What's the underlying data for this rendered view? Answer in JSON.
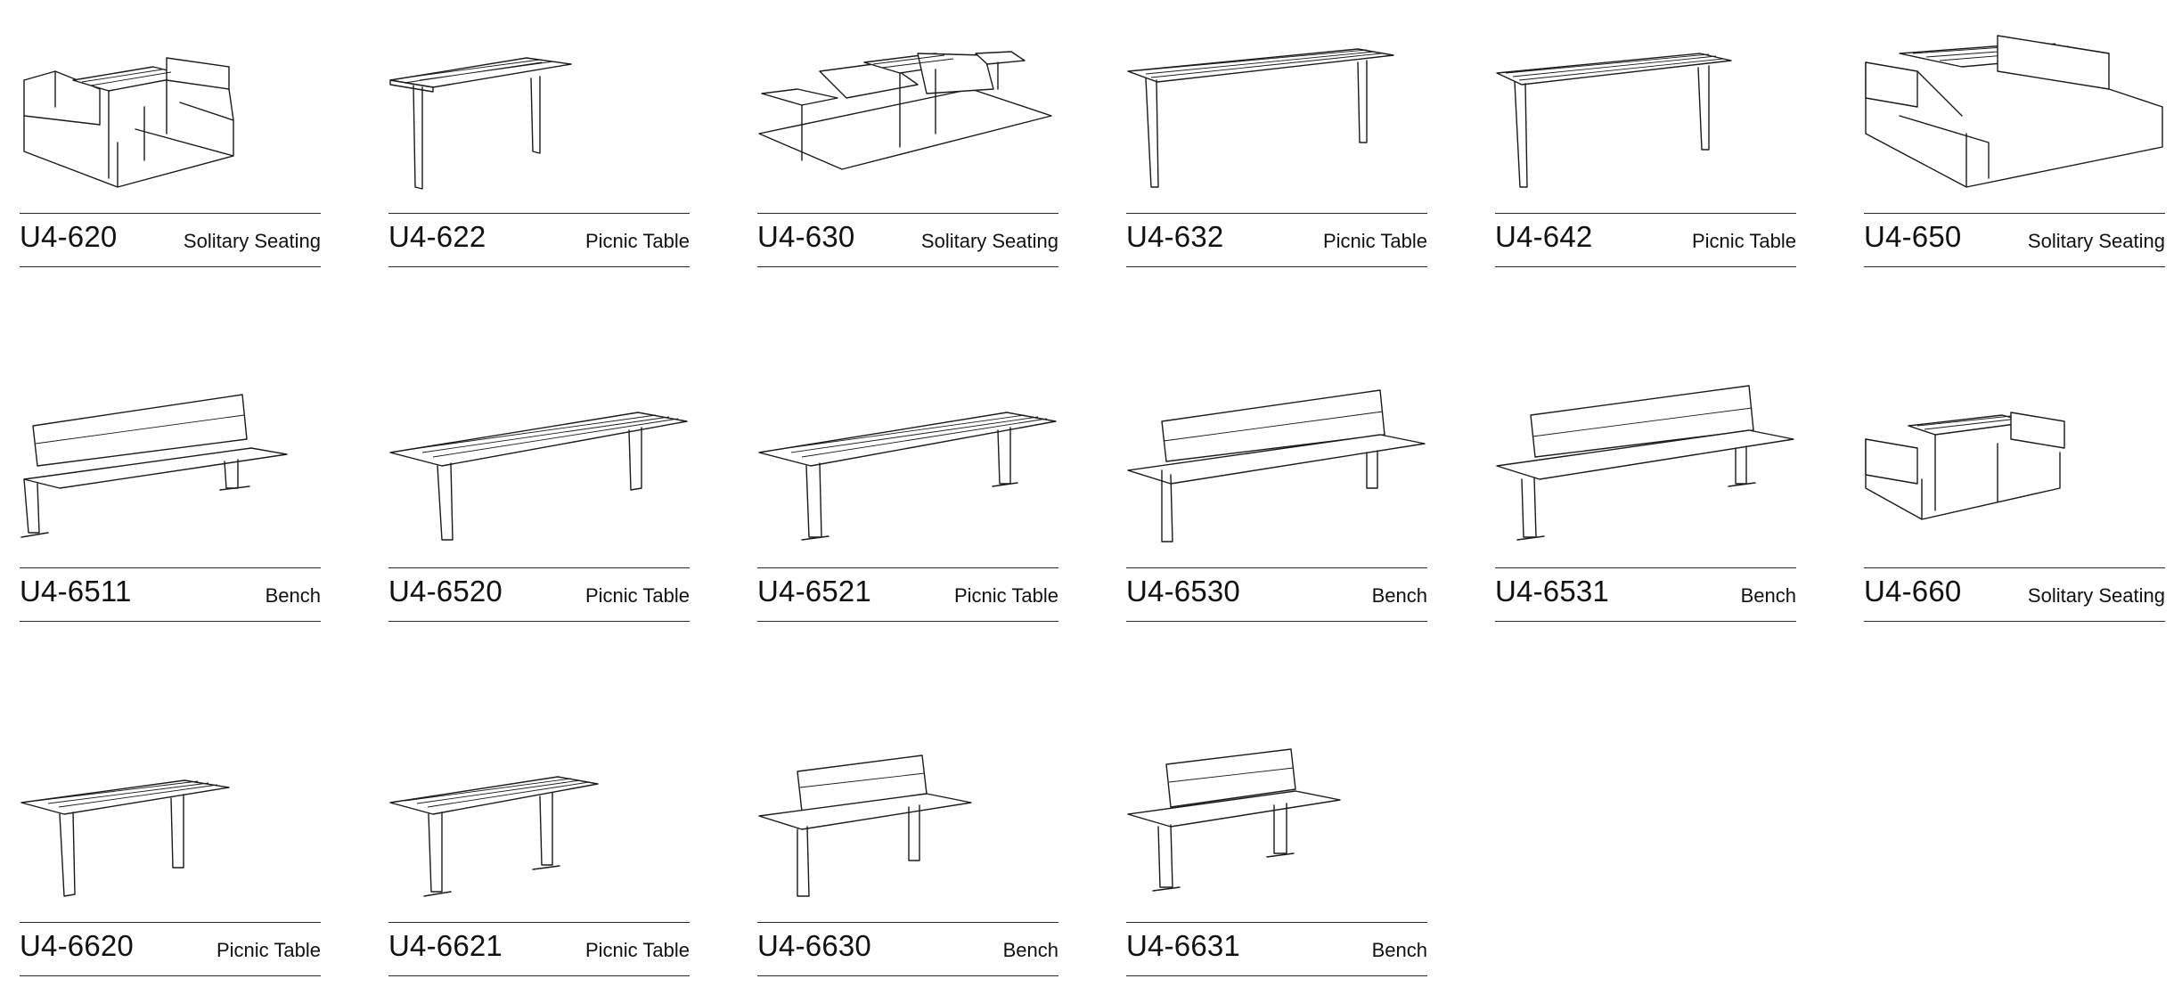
{
  "products": [
    {
      "code": "U4-620",
      "category": "Solitary Seating",
      "icon": "solitary-seating-icon"
    },
    {
      "code": "U4-622",
      "category": "Picnic Table",
      "icon": "picnic-table-icon"
    },
    {
      "code": "U4-630",
      "category": "Solitary Seating",
      "icon": "solitary-seating-icon"
    },
    {
      "code": "U4-632",
      "category": "Picnic Table",
      "icon": "picnic-table-icon"
    },
    {
      "code": "U4-642",
      "category": "Picnic Table",
      "icon": "picnic-table-icon"
    },
    {
      "code": "U4-650",
      "category": "Solitary Seating",
      "icon": "solitary-seating-icon"
    },
    {
      "code": "U4-6511",
      "category": "Bench",
      "icon": "bench-icon"
    },
    {
      "code": "U4-6520",
      "category": "Picnic Table",
      "icon": "picnic-table-icon"
    },
    {
      "code": "U4-6521",
      "category": "Picnic Table",
      "icon": "picnic-table-icon"
    },
    {
      "code": "U4-6530",
      "category": "Bench",
      "icon": "bench-icon"
    },
    {
      "code": "U4-6531",
      "category": "Bench",
      "icon": "bench-icon"
    },
    {
      "code": "U4-660",
      "category": "Solitary Seating",
      "icon": "solitary-seating-icon"
    },
    {
      "code": "U4-6620",
      "category": "Picnic Table",
      "icon": "picnic-table-icon"
    },
    {
      "code": "U4-6621",
      "category": "Picnic Table",
      "icon": "picnic-table-icon"
    },
    {
      "code": "U4-6630",
      "category": "Bench",
      "icon": "bench-icon"
    },
    {
      "code": "U4-6631",
      "category": "Bench",
      "icon": "bench-icon"
    }
  ]
}
